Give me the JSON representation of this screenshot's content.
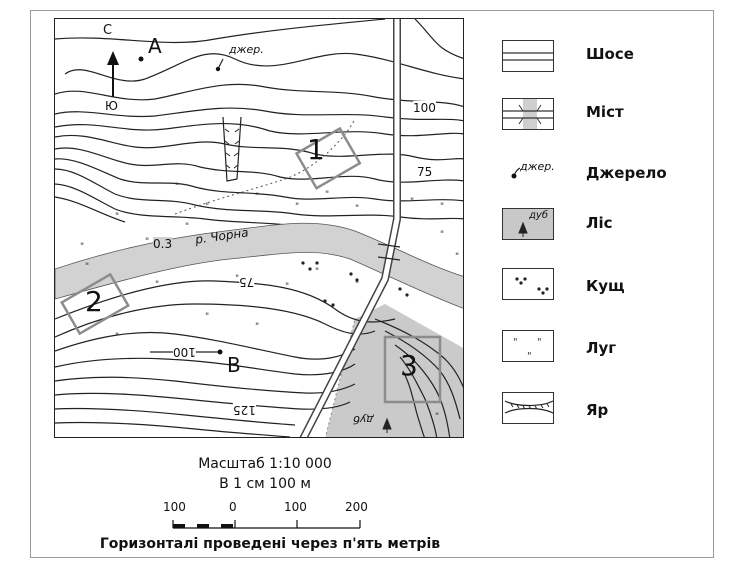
{
  "map": {
    "north_label": "С",
    "south_label": "Ю",
    "point_a": "А",
    "point_b": "В",
    "spring_label": "джер.",
    "river_label": "р. Чорна",
    "river_width": "0.3",
    "contour_100_top": "100",
    "contour_75_right": "75",
    "contour_75_mid": "75",
    "contour_100_left": "100",
    "contour_125": "125",
    "forest_label": "дуб",
    "area_1": "1",
    "area_2": "2",
    "area_3": "3"
  },
  "legend": {
    "items": [
      {
        "label": "Шосе",
        "icon": "road-icon"
      },
      {
        "label": "Міст",
        "icon": "bridge-icon"
      },
      {
        "label": "Джерело",
        "icon": "spring-icon",
        "symbol_text": "джер."
      },
      {
        "label": "Ліс",
        "icon": "forest-icon",
        "symbol_text": "дуб"
      },
      {
        "label": "Кущ",
        "icon": "bush-icon"
      },
      {
        "label": "Луг",
        "icon": "meadow-icon"
      },
      {
        "label": "Яр",
        "icon": "ravine-icon"
      }
    ]
  },
  "scale": {
    "title": "Масштаб 1:10 000",
    "subtitle": "В 1 см 100 м",
    "ticks": [
      "100",
      "0",
      "100",
      "200"
    ],
    "note": "Горизонталі проведені через п'ять метрів"
  },
  "colors": {
    "forest": "#c8c8c8",
    "river": "#cfcfcf",
    "area_box": "#8c8c8c",
    "ink": "#1a1a1a"
  }
}
